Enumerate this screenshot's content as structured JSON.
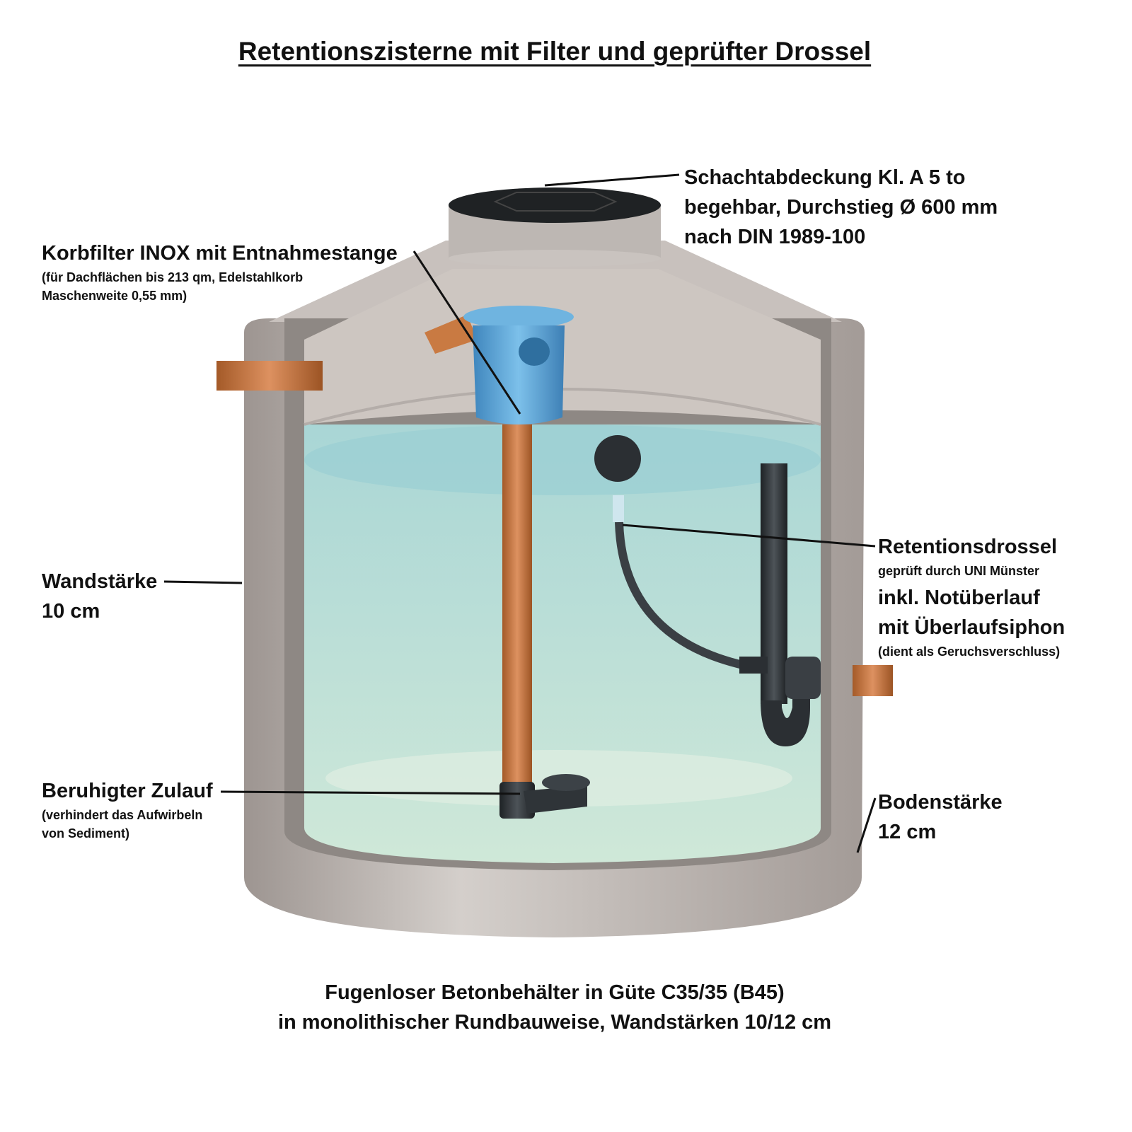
{
  "title": "Retentionszisterne mit Filter und geprüfter Drossel",
  "labels": {
    "cover": {
      "line1": "Schachtabdeckung Kl. A 5 to",
      "line2": "begehbar, Durchstieg Ø 600 mm",
      "line3": "nach DIN 1989-100"
    },
    "filter": {
      "title": "Korbfilter INOX mit Entnahmestange",
      "note1": "(für Dachflächen bis 213 qm, Edelstahlkorb",
      "note2": "Maschenweite 0,55 mm)"
    },
    "wall": {
      "line1": "Wandstärke",
      "line2": "10 cm"
    },
    "inlet": {
      "title": "Beruhigter Zulauf",
      "note1": "(verhindert das Aufwirbeln",
      "note2": "von Sediment)"
    },
    "throttle": {
      "title": "Retentionsdrossel",
      "note": "geprüft durch UNI Münster",
      "line1": "inkl. Notüberlauf",
      "line2": "mit Überlaufsiphon",
      "note2": "(dient als Geruchsverschluss)"
    },
    "floor": {
      "line1": "Bodenstärke",
      "line2": "12 cm"
    }
  },
  "footer": {
    "line1": "Fugenloser Betonbehälter in Güte C35/35 (B45)",
    "line2": "in monolithischer Rundbauweise, Wandstärken 10/12 cm"
  },
  "colors": {
    "concrete": "#b9b2ae",
    "water": "#bfe0d6",
    "pipe": "#c97a42",
    "filter": "#5aa7d8",
    "dark": "#2b2f33"
  }
}
